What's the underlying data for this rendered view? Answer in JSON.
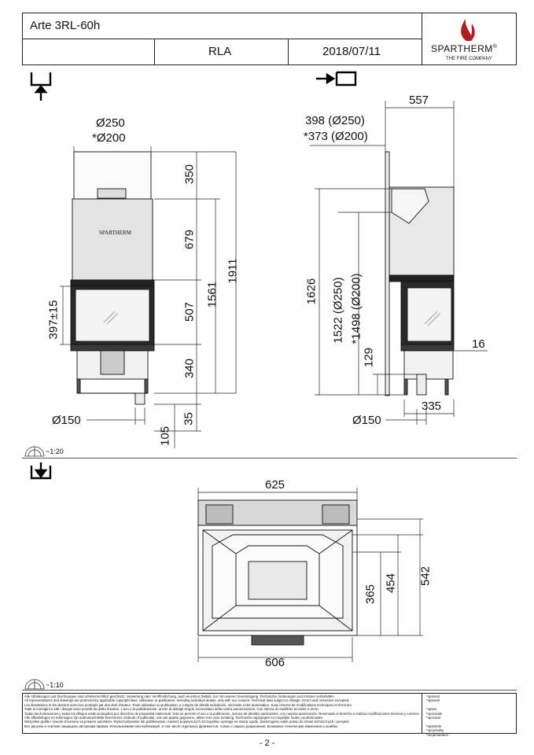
{
  "header": {
    "model": "Arte 3RL-60h",
    "variant": "RLA",
    "date": "2018/07/11",
    "brand": "SPARTHERM",
    "brand_mark": "®",
    "tagline": "THE FIRE COMPANY"
  },
  "front_view": {
    "flue_top_1": "Ø250",
    "flue_top_2": "*Ø200",
    "dim_350": "350",
    "dim_679": "679",
    "dim_507": "507",
    "dim_340": "340",
    "dim_35": "35",
    "dim_1561": "1561",
    "dim_1911": "1911",
    "dim_397": "397±15",
    "dim_105": "105",
    "bottom_flue": "Ø150",
    "body_logo": "SPARTHERM"
  },
  "side_view": {
    "dim_557": "557",
    "dim_398": "398 (Ø250)",
    "dim_373": "*373 (Ø200)",
    "dim_1626": "1626",
    "dim_1522": "1522 (Ø250)",
    "dim_1498": "*1498 (Ø200)",
    "dim_129": "129",
    "dim_16": "16",
    "dim_335": "335",
    "bottom_flue": "Ø150"
  },
  "scale_1": "~1:20",
  "plan_view": {
    "dim_625": "625",
    "dim_606": "606",
    "dim_365": "365",
    "dim_454": "454",
    "dim_542": "542"
  },
  "scale_2": "~1:10",
  "footer": {
    "disclaimer": [
      "Alle Abbildungen und Zeichnungen sind urheberrechtlich geschützt. Verwertung oder Veröffentlichung, auch einzelner Details, nur mit unserer Genehmigung. Technische Änderungen und Irrtümer vorbehalten.",
      "All representations and drawings are protected by applicable copyright laws. Utilisation or publication, including individual details, only with our consent. Technical data subject to change. Errors and omissions excepted.",
      "Les illustrations et les dessins sont tous protégés par des droit d'auteur. Toute utilisation ou publication, y compris de détails individuels, nécessite notre autorisation. Sous réserve de modifications techniques et d'erreurs.",
      "Tutte le immagini e tutti i disegni sono protetti da diritto d'autore. L'uso o la pubblicazione, anche di dettagli singoli, necessitano della nostra autorizzazione. Con riserva di modifiche tecniche e errori.",
      "Todas las ilustraciones y todos los dibujos están protegidos por derechos de propiedad intelectual. Solo se permite el uso o la publicación, incluso de detalles particulares, con nuestra autorización. Reservado el derecho a realizar modificaciones técnicas y correcciones de errores.",
      "Alle afbeeldingen en tekeningen zijn auteursrechtelijk beschermd. Gebruik of publicatie, ook van aparte gegevens, alleen met onze toelating. Technische wijzigingen en mogelijke fouten voorbehouden.",
      "Wszystkie grafiki i rysunki chronione są prawem autorskim. Wykorzystywanie lub publikowanie, również pojedynczych szczegółów, wymaga na naszą zgodę. Zastrzegamy sobie prawo do zmian technicznych i pomyłek.",
      "Все рисунки и чертежи защищены авторским правом. Использование или публикация, в том числе отдельных фрагментов, только с нашего разрешения. Возможны технические изменения и ошибки."
    ],
    "options": [
      "*optional",
      "*optional",
      "",
      "*option",
      "*opzionale",
      "*opcional",
      "",
      "*optionele",
      "*opcjonalny",
      "*опционально"
    ],
    "page_number": "- 2 -"
  }
}
